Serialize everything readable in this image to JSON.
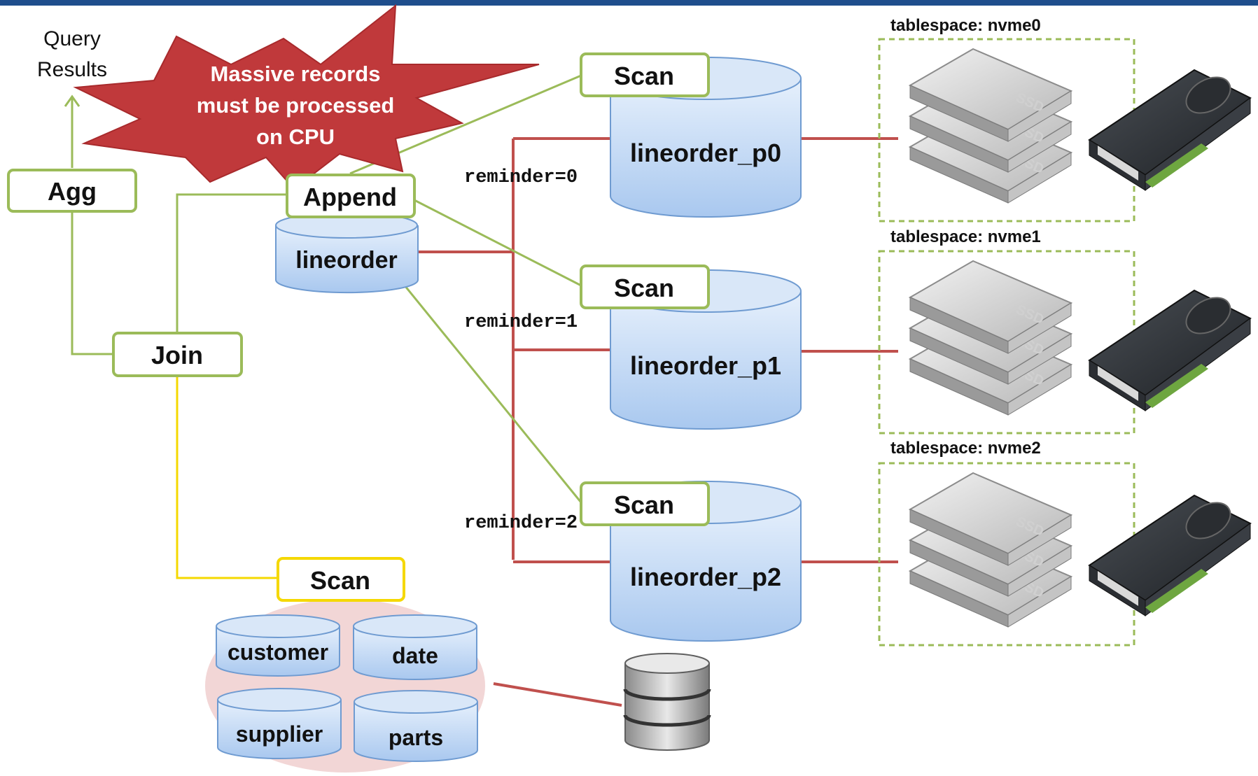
{
  "colors": {
    "top_bar": "#1f4e8c",
    "green": "#9bbb59",
    "yellow": "#f5d800",
    "red_link": "#c0504d",
    "cylinder_fill": "#c6dbf5",
    "cylinder_stroke": "#6f9bd1",
    "starburst": "#c0393b",
    "pink_blob": "#f2d6d6"
  },
  "query_results": {
    "line1": "Query",
    "line2": "Results"
  },
  "callout": {
    "line1": "Massive records",
    "line2": "must be processed",
    "line3": "on CPU"
  },
  "nodes": {
    "agg": "Agg",
    "join": "Join",
    "append": "Append",
    "scan_p0": "Scan",
    "scan_p1": "Scan",
    "scan_p2": "Scan",
    "scan_small": "Scan"
  },
  "tables": {
    "lineorder": "lineorder",
    "p0": "lineorder_p0",
    "p1": "lineorder_p1",
    "p2": "lineorder_p2",
    "customer": "customer",
    "date": "date",
    "supplier": "supplier",
    "parts": "parts"
  },
  "partitions": {
    "r0": "reminder=0",
    "r1": "reminder=1",
    "r2": "reminder=2"
  },
  "tablespaces": {
    "nvme0": "tablespace: nvme0",
    "nvme1": "tablespace: nvme1",
    "nvme2": "tablespace: nvme2"
  },
  "ssd_label": "SSD",
  "icons": {
    "ssd": "ssd-stack-icon",
    "gpu": "gpu-card-icon",
    "db": "database-icon"
  }
}
